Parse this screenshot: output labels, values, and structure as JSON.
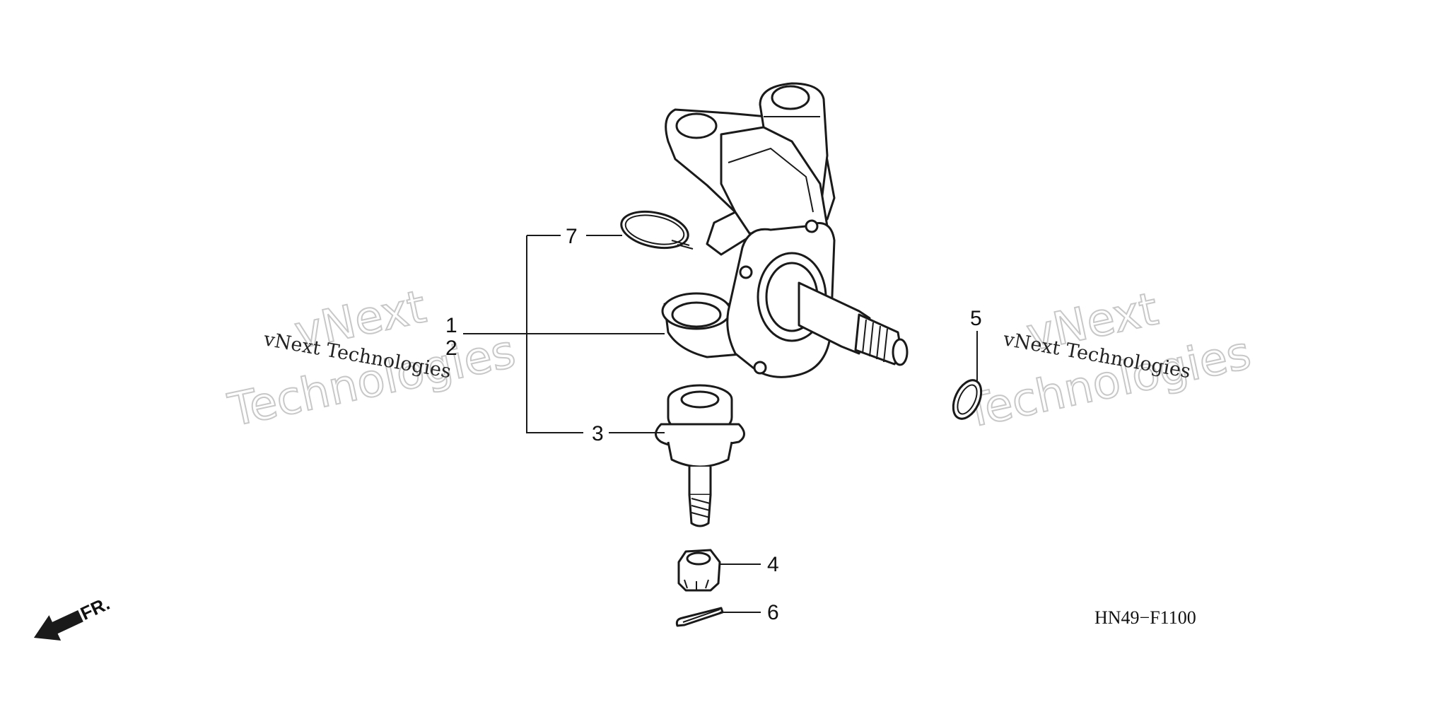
{
  "callouts": {
    "c1": "1",
    "c2": "2",
    "c3": "3",
    "c4": "4",
    "c5": "5",
    "c6": "6",
    "c7": "7"
  },
  "watermark": {
    "line_small": "vNext Technologies",
    "line_big_1": "vNext",
    "line_big_2": "Technologies"
  },
  "diagram_code": "HN49−F1100",
  "direction_label": "FR."
}
